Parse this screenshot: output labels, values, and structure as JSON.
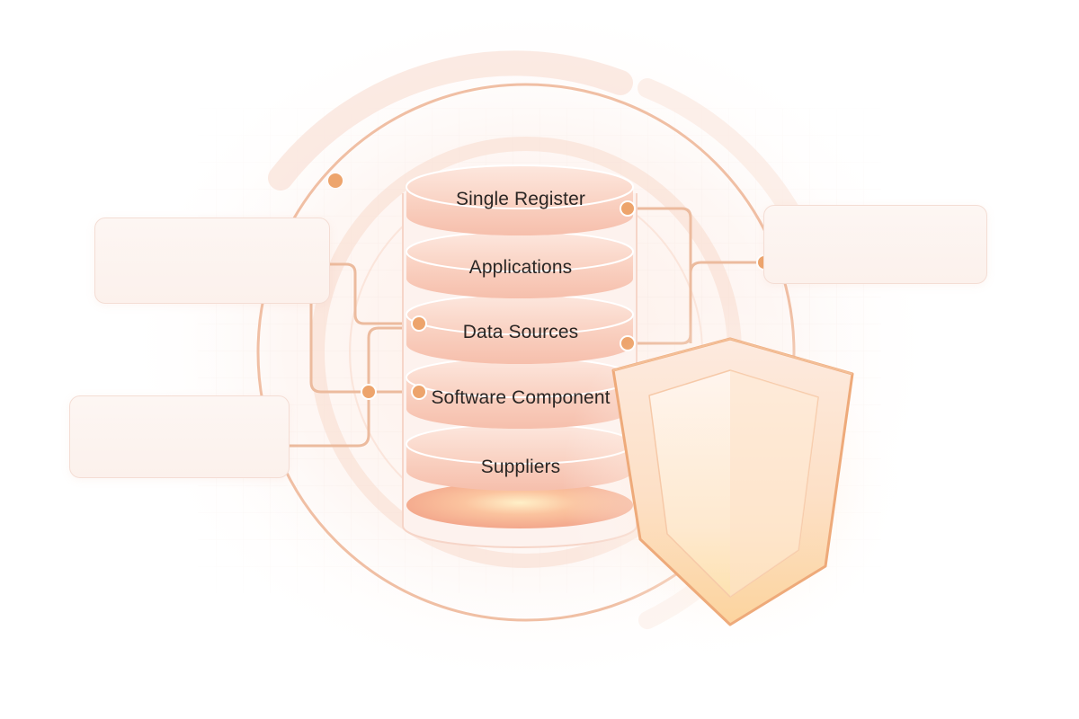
{
  "diagram": {
    "layers": [
      "Single Register",
      "Applications",
      "Data Sources",
      "Software Component",
      "Suppliers"
    ]
  },
  "colors": {
    "accent": "#e8a46e",
    "connector": "#e9b393",
    "cylinder_fill": "#f8c9b8",
    "shield_fill": "#fde8d8",
    "shield_stroke": "#eeaa7a",
    "box_border": "#f4ddd4"
  }
}
